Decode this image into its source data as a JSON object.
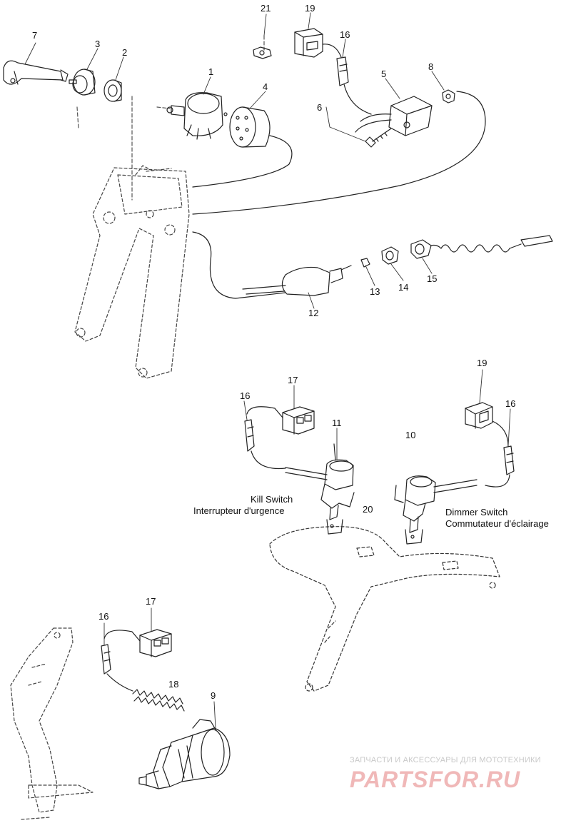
{
  "diagram": {
    "callouts": {
      "c1": "1",
      "c2": "2",
      "c3": "3",
      "c4": "4",
      "c5": "5",
      "c6": "6",
      "c7": "7",
      "c8": "8",
      "c9": "9",
      "c10": "10",
      "c11": "11",
      "c12": "12",
      "c13": "13",
      "c14": "14",
      "c15": "15",
      "c16a": "16",
      "c16b": "16",
      "c16c": "16",
      "c16d": "16",
      "c17a": "17",
      "c17b": "17",
      "c18": "18",
      "c19a": "19",
      "c19b": "19",
      "c20": "20",
      "c21": "21"
    },
    "labels": {
      "kill_switch_en": "Kill Switch",
      "kill_switch_fr": "Interrupteur d'urgence",
      "dimmer_switch_en": "Dimmer Switch",
      "dimmer_switch_fr": "Commutateur d'éclairage"
    }
  },
  "watermark": {
    "tagline": "ЗАПЧАСТИ И АКСЕССУАРЫ ДЛЯ МОТОТЕХНИКИ",
    "site": "PARTSFOR.RU"
  },
  "colors": {
    "line": "#222222",
    "watermark_text": "#c9c9c9",
    "watermark_logo": "#f0b8b8"
  }
}
